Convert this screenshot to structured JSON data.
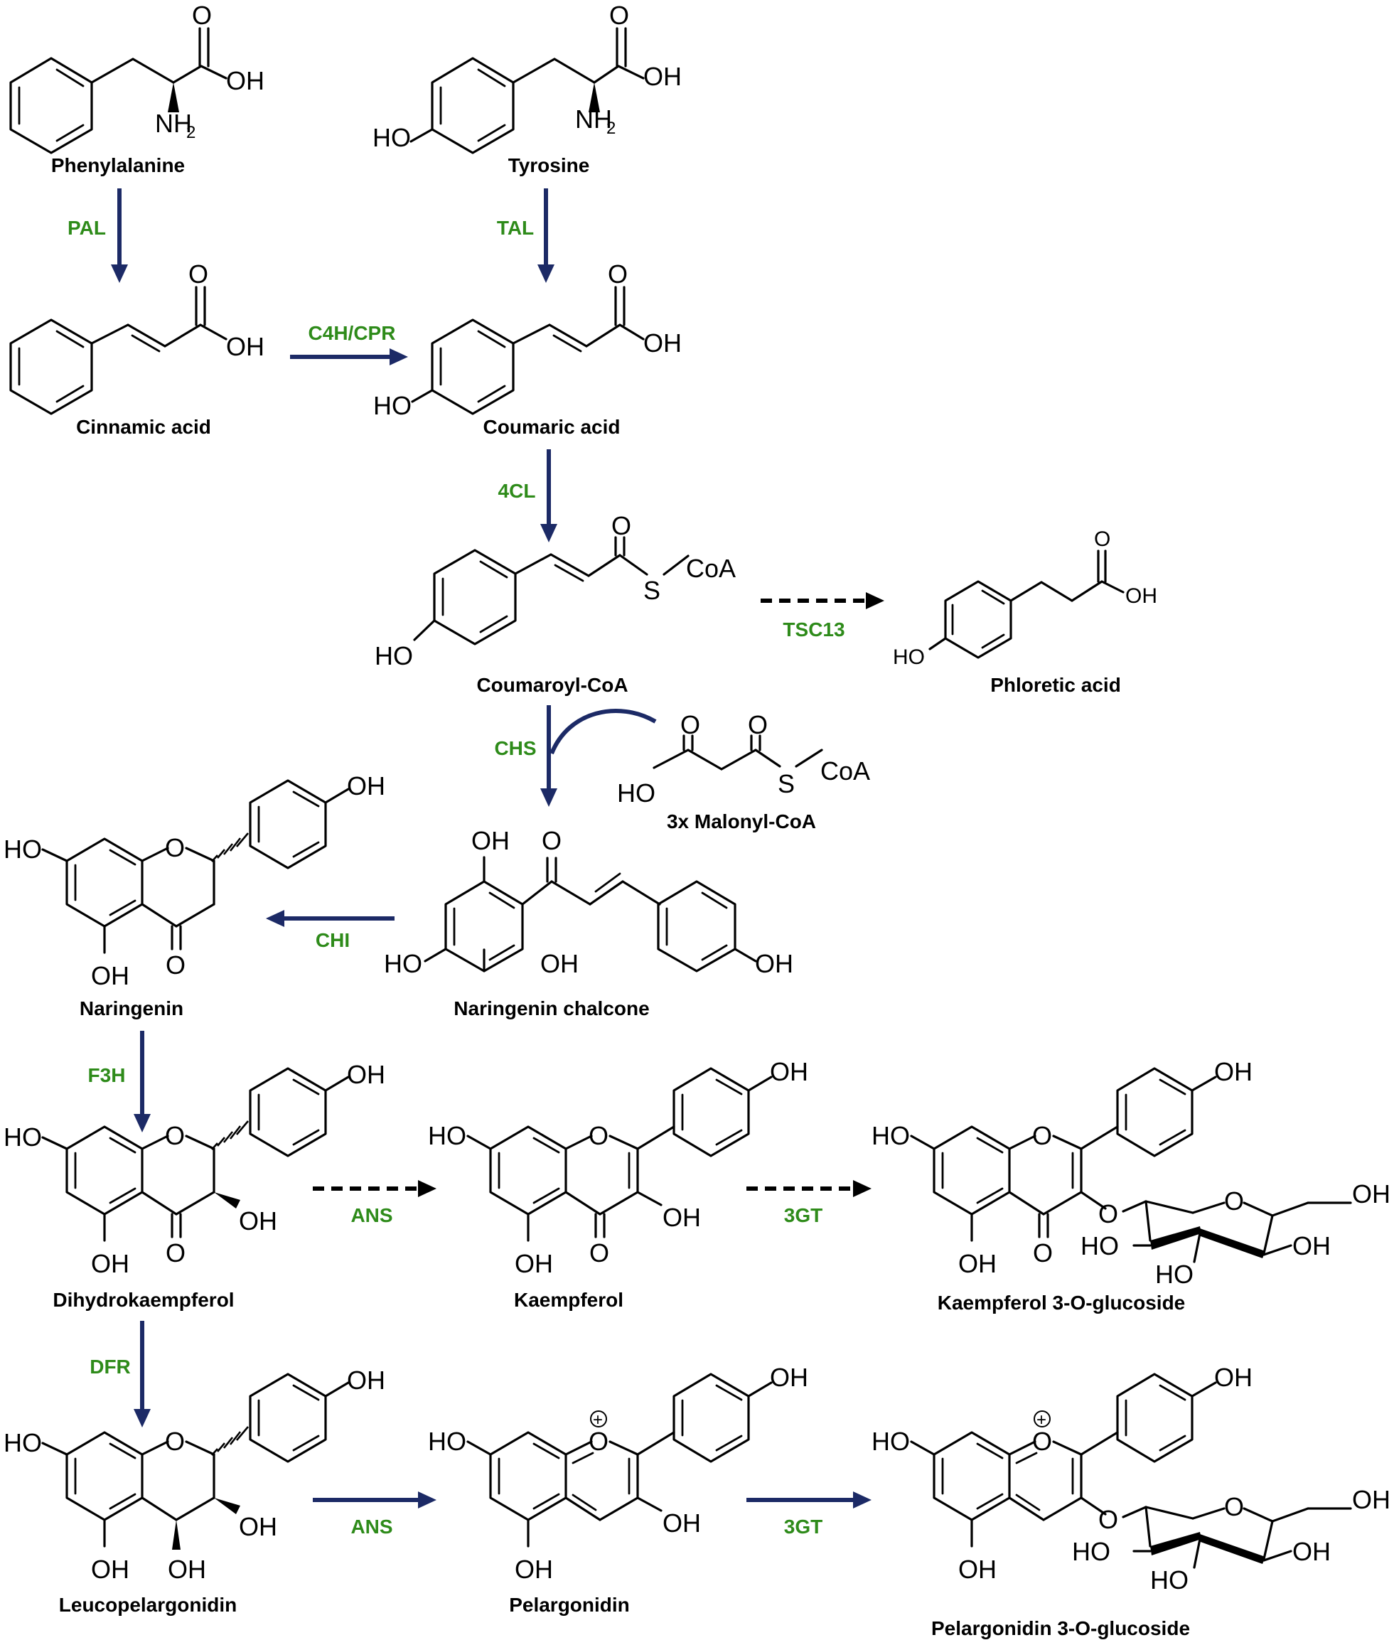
{
  "compounds": {
    "phenylalanine": "Phenylalanine",
    "tyrosine": "Tyrosine",
    "cinnamic_acid": "Cinnamic acid",
    "coumaric_acid": "Coumaric acid",
    "coumaroyl_coa": "Coumaroyl-CoA",
    "phloretic_acid": "Phloretic acid",
    "malonyl_coa": "3x Malonyl-CoA",
    "naringenin": "Naringenin",
    "naringenin_chalcone": "Naringenin chalcone",
    "dihydrokaempferol": "Dihydrokaempferol",
    "kaempferol": "Kaempferol",
    "kaempferol_glucoside": "Kaempferol 3-O-glucoside",
    "leucopelargonidin": "Leucopelargonidin",
    "pelargonidin": "Pelargonidin",
    "pelargonidin_glucoside": "Pelargonidin 3-O-glucoside"
  },
  "enzymes": {
    "pal": "PAL",
    "tal": "TAL",
    "c4h": "C4H/CPR",
    "fourcl": "4CL",
    "tsc13": "TSC13",
    "chs": "CHS",
    "chi": "CHI",
    "f3h": "F3H",
    "ans_1": "ANS",
    "gt_1": "3GT",
    "dfr": "DFR",
    "ans_2": "ANS",
    "gt_2": "3GT"
  },
  "atoms": {
    "o": "O",
    "oh": "OH",
    "ho": "HO",
    "nh": "NH",
    "sub2": "2",
    "s": "S",
    "coa": "CoA",
    "plus": "+"
  },
  "colors": {
    "enzyme_label": "#2e8b1a",
    "solid_arrow": "#1c2a66",
    "dashed_arrow": "#000000"
  }
}
